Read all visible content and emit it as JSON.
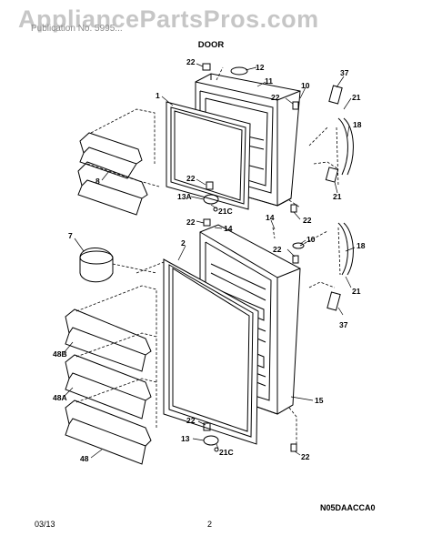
{
  "watermark": "AppliancePartsPros.com",
  "header": {
    "subtitle": "Publication No. 5995...",
    "section_title": "DOOR"
  },
  "callouts": {
    "c22_top": "22",
    "c12": "12",
    "c11": "11",
    "c10_top": "10",
    "c22_a": "22",
    "c1": "1",
    "c37_top": "37",
    "c21_a": "21",
    "c18_top": "18",
    "c8": "8",
    "c22_b": "22",
    "c13A": "13A",
    "c21C_top": "21C",
    "c21_b": "21",
    "c22_c": "22",
    "c14": "14",
    "c14b": "14",
    "c22_d": "22",
    "c7": "7",
    "c2": "2",
    "c10_mid": "10",
    "c22_e": "22",
    "c18_bot": "18",
    "c21_c": "21",
    "c37_bot": "37",
    "c48B": "48B",
    "c48A": "48A",
    "c15": "15",
    "c22_f": "22",
    "c13": "13",
    "c21C_bot": "21C",
    "c48": "48",
    "c22_g": "22"
  },
  "diagram_code": "N05DAACCA0",
  "footer": {
    "date": "03/13",
    "page": "2"
  }
}
